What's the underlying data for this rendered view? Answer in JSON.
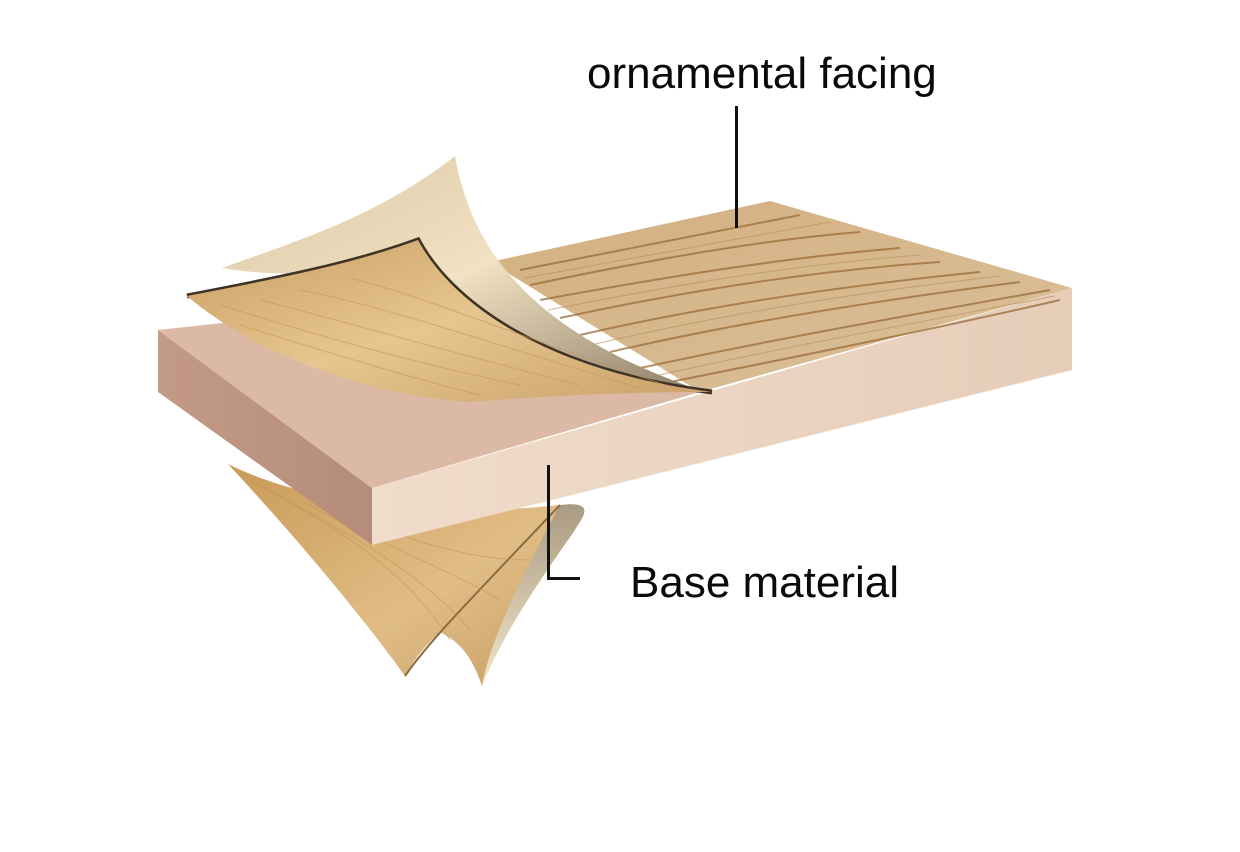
{
  "diagram": {
    "title": "",
    "subject": "Laminated wood panel with peeling veneer layers",
    "labels": [
      {
        "id": "ornamental_facing",
        "text": "ornamental facing"
      },
      {
        "id": "base_material",
        "text": "Base material"
      }
    ],
    "colors": {
      "background": "#ffffff",
      "text": "#0a0a0a",
      "leader_line": "#111111",
      "facing_top": "#d9b88a",
      "facing_grain": "#a47a45",
      "panel_side_front": "#eed5c2",
      "panel_side_left": "#c9a18e",
      "panel_top_under_sheet": "#d8b49e",
      "veneer_sheet": "#e2bf84",
      "veneer_back": "#efe0c2",
      "veneer_edge": "#3e3326"
    }
  }
}
